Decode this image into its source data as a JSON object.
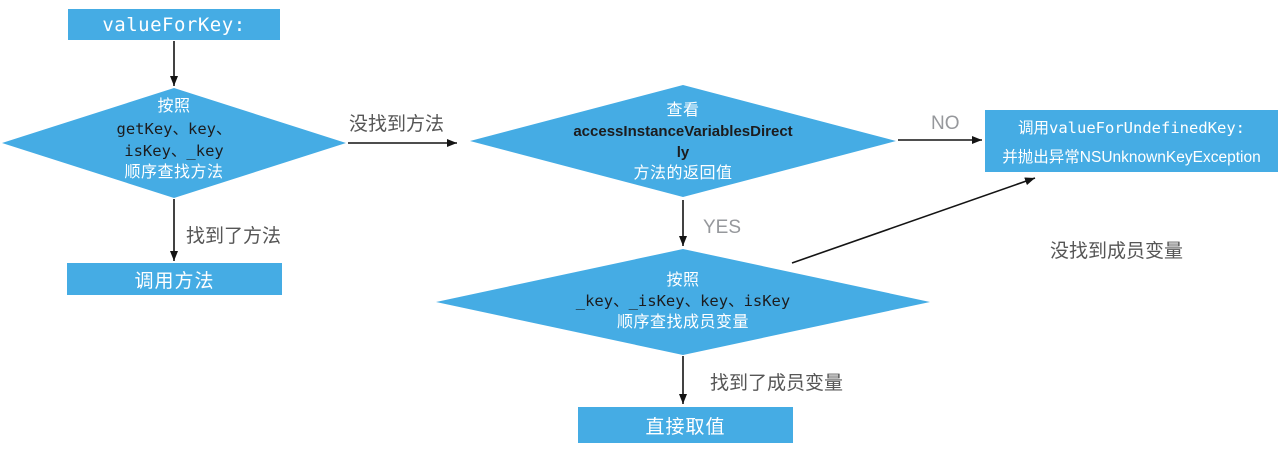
{
  "colors": {
    "node_fill": "#45ACE4",
    "node_text": "#ffffff",
    "code_text": "#1c1c1e",
    "label_gray": "#565656",
    "yesno_gray": "#96989c",
    "arrow": "#141414"
  },
  "nodes": {
    "start": {
      "label": "valueForKey:"
    },
    "method_search": {
      "line1": "按照",
      "line2": "getKey、key、",
      "line3": "isKey、_key",
      "line4": "顺序查找方法"
    },
    "call_method": {
      "label": "调用方法"
    },
    "accessor_check": {
      "line1": "查看",
      "line2": "accessInstanceVariablesDirect",
      "line3": "ly",
      "line4": "方法的返回值"
    },
    "undefined_key": {
      "line1": "调用valueForUndefinedKey:",
      "line2": "并抛出异常NSUnknownKeyException"
    },
    "ivar_search": {
      "line1": "按照",
      "line2": "_key、_isKey、key、isKey",
      "line3": "顺序查找成员变量"
    },
    "direct_value": {
      "label": "直接取值"
    }
  },
  "edges": {
    "no_method": "没找到方法",
    "method_found": "找到了方法",
    "no": "NO",
    "yes": "YES",
    "ivar_found": "找到了成员变量",
    "ivar_not_found": "没找到成员变量"
  }
}
